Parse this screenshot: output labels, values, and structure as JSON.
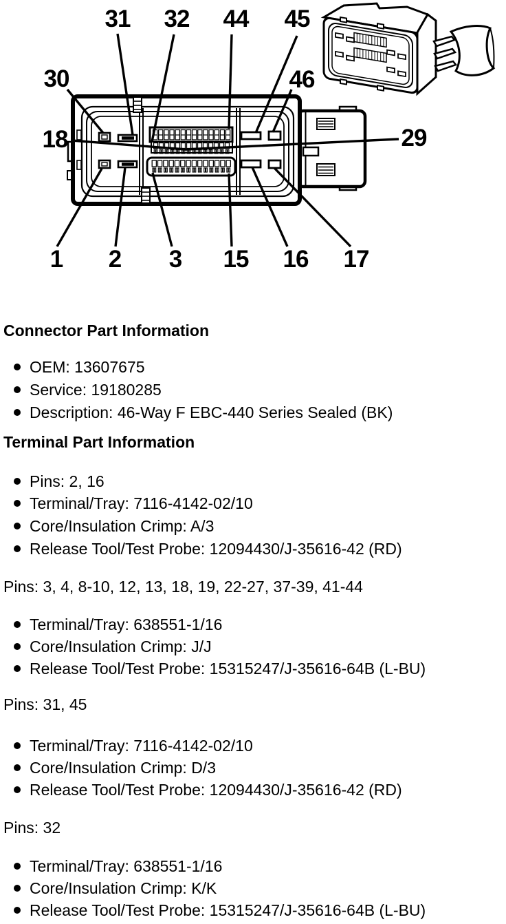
{
  "diagram": {
    "callouts": [
      {
        "label": "31"
      },
      {
        "label": "32"
      },
      {
        "label": "44"
      },
      {
        "label": "45"
      },
      {
        "label": "30"
      },
      {
        "label": "46"
      },
      {
        "label": "18"
      },
      {
        "label": "29"
      },
      {
        "label": "1"
      },
      {
        "label": "2"
      },
      {
        "label": "3"
      },
      {
        "label": "15"
      },
      {
        "label": "16"
      },
      {
        "label": "17"
      }
    ]
  },
  "content": {
    "connector_section": {
      "heading": "Connector Part Information",
      "items": [
        "OEM: 13607675",
        "Service: 19180285",
        "Description: 46-Way F EBC-440 Series Sealed (BK)"
      ]
    },
    "terminal_section": {
      "heading": "Terminal Part Information",
      "items": [
        "Pins: 2, 16",
        "Terminal/Tray: 7116-4142-02/10",
        "Core/Insulation Crimp: A/3",
        "Release Tool/Test Probe: 12094430/J-35616-42 (RD)"
      ]
    },
    "pin_groups": [
      {
        "pins": "Pins: 3, 4, 8-10, 12, 13, 18, 19, 22-27, 37-39, 41-44",
        "items": [
          "Terminal/Tray: 638551-1/16",
          "Core/Insulation Crimp: J/J",
          "Release Tool/Test Probe: 15315247/J-35616-64B (L-BU)"
        ]
      },
      {
        "pins": "Pins: 31, 45",
        "items": [
          "Terminal/Tray: 7116-4142-02/10",
          "Core/Insulation Crimp: D/3",
          "Release Tool/Test Probe: 12094430/J-35616-42 (RD)"
        ]
      },
      {
        "pins": "Pins: 32",
        "items": [
          "Terminal/Tray: 638551-1/16",
          "Core/Insulation Crimp: K/K",
          "Release Tool/Test Probe: 15315247/J-35616-64B (L-BU)"
        ]
      }
    ]
  }
}
